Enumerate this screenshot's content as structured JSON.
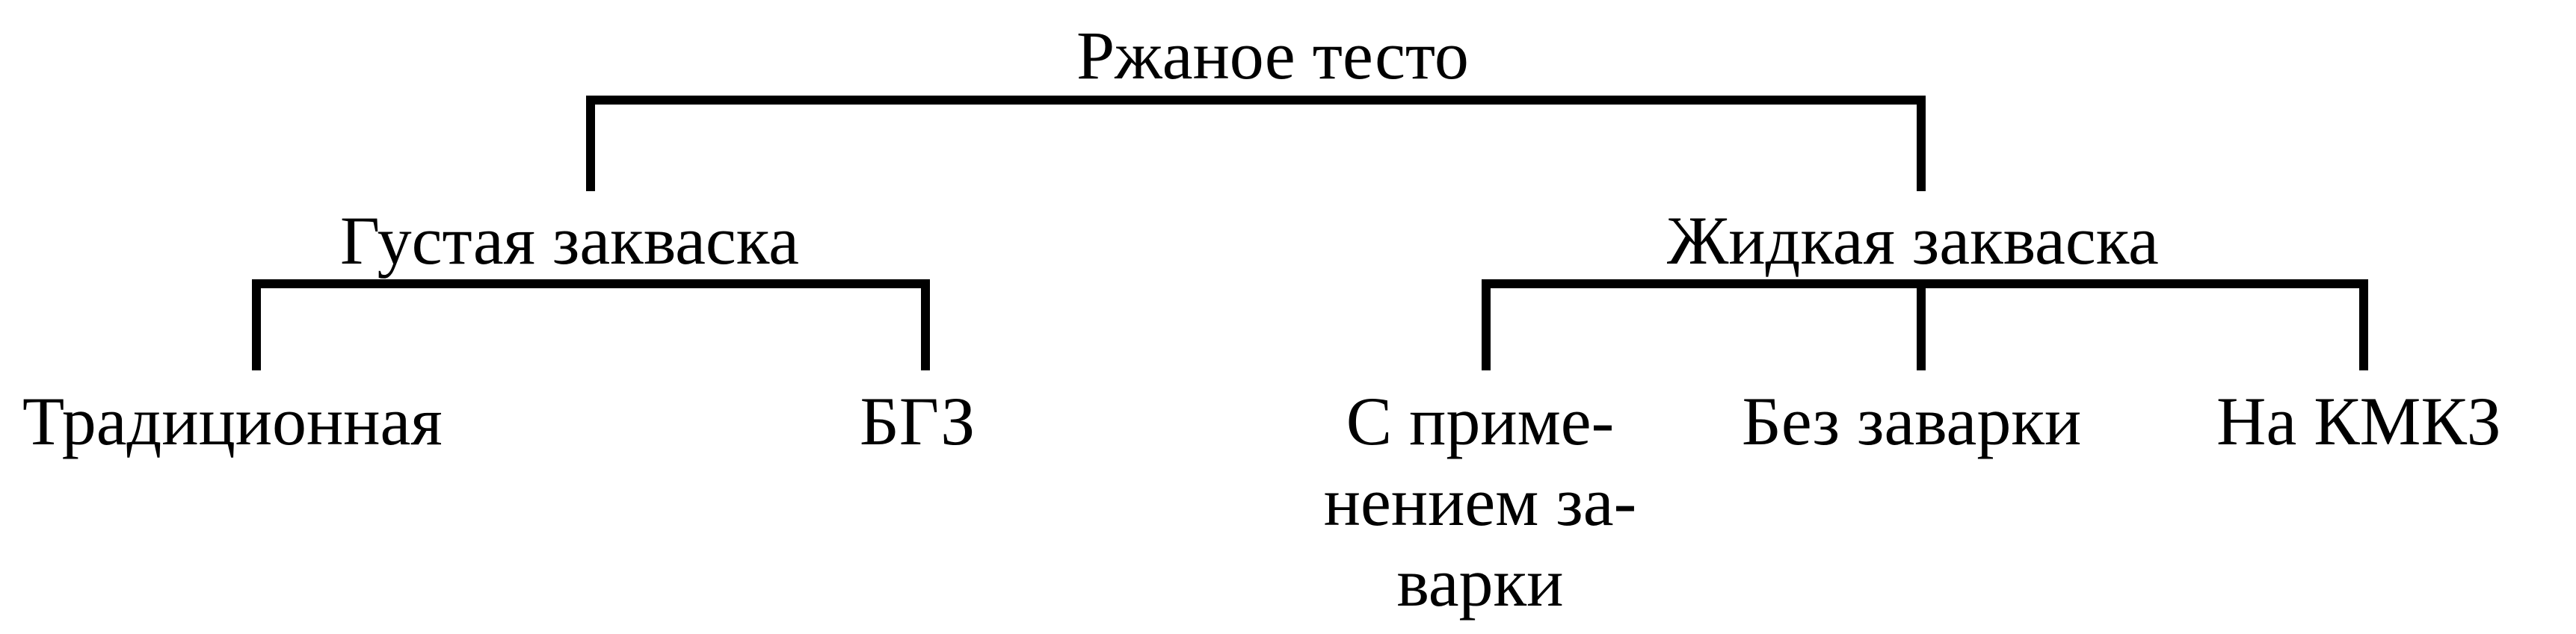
{
  "colors": {
    "background": "#ffffff",
    "line": "#000000",
    "text": "#000000"
  },
  "root": {
    "label": "Ржаное тесто"
  },
  "branches": [
    {
      "label": "Густая закваска",
      "children": [
        {
          "label": "Традиционная"
        },
        {
          "label": "БГЗ"
        }
      ]
    },
    {
      "label": "Жидкая закваска",
      "children": [
        {
          "lines": [
            "С приме-",
            "нением за-",
            "варки"
          ]
        },
        {
          "label": "Без заварки"
        },
        {
          "label": "На КМКЗ"
        }
      ]
    }
  ]
}
